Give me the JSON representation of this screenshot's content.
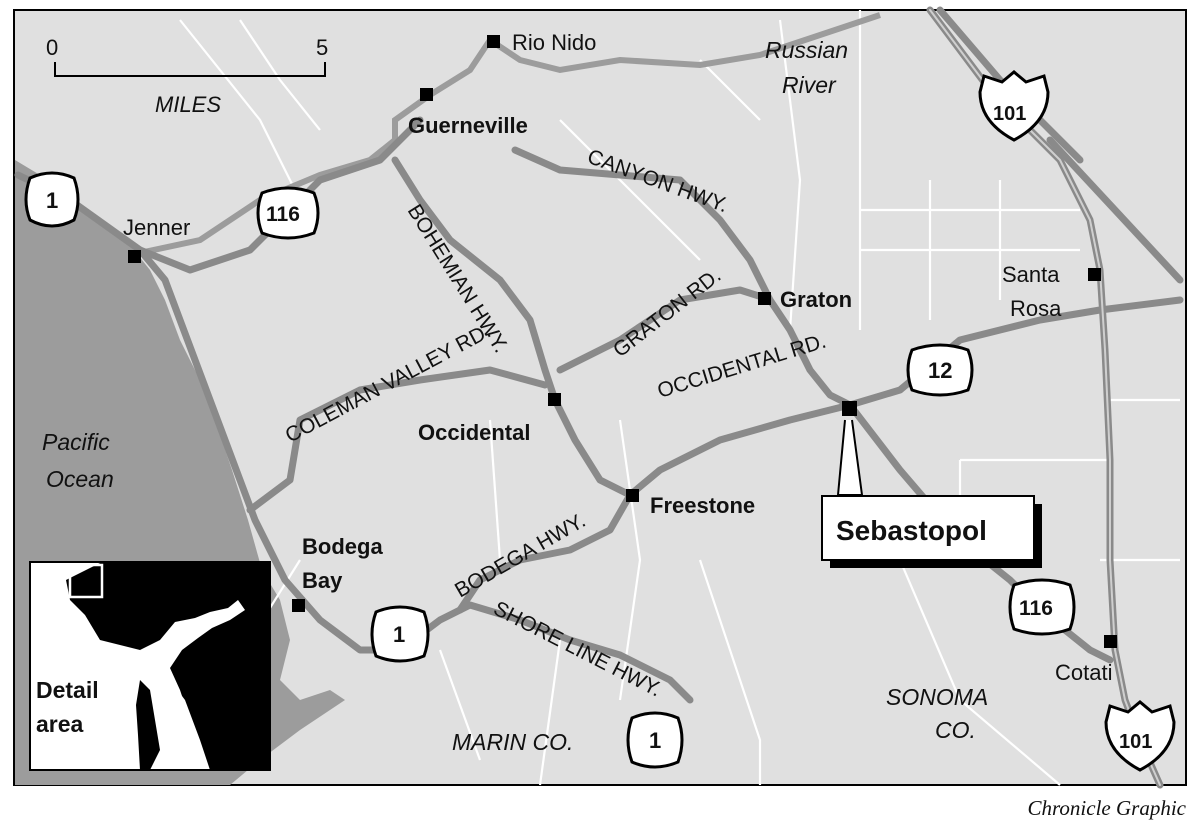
{
  "scale": {
    "zero": "0",
    "five": "5",
    "unit": "MILES"
  },
  "water": {
    "ocean": [
      "Pacific",
      "Ocean"
    ],
    "river": [
      "Russian",
      "River"
    ]
  },
  "counties": {
    "marin": "MARIN CO.",
    "sonoma": [
      "SONOMA",
      "CO."
    ]
  },
  "towns": {
    "rio_nido": "Rio Nido",
    "guerneville": "Guerneville",
    "jenner": "Jenner",
    "graton": "Graton",
    "santa_rosa": [
      "Santa",
      "Rosa"
    ],
    "occidental": "Occidental",
    "freestone": "Freestone",
    "bodega_bay": [
      "Bodega",
      "Bay"
    ],
    "cotati": "Cotati",
    "sebastopol": "Sebastopol"
  },
  "roads": {
    "canyon": "CANYON HWY.",
    "bohemian": "BOHEMIAN HWY.",
    "graton_rd": "GRATON RD.",
    "occidental_rd": "OCCIDENTAL RD.",
    "coleman": "COLEMAN VALLEY RD.",
    "bodega_hwy": "BODEGA HWY.",
    "shore_line": "SHORE LINE HWY."
  },
  "shields": {
    "hwy1_a": "1",
    "hwy1_b": "1",
    "hwy1_c": "1",
    "hwy116_a": "116",
    "hwy116_b": "116",
    "hwy12": "12",
    "us101_a": "101",
    "us101_b": "101"
  },
  "inset": {
    "label": [
      "Detail",
      "area"
    ]
  },
  "credit": "Chronicle Graphic",
  "colors": {
    "land": "#e0e0e0",
    "water": "#9c9c9c",
    "road": "#8a8a8a",
    "inset_land": "#000000"
  }
}
